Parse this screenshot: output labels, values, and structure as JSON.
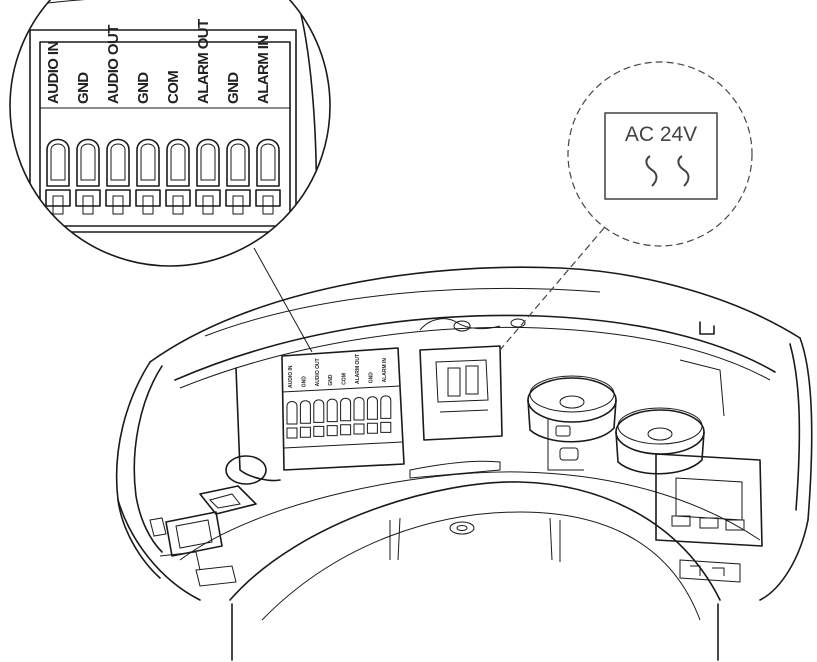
{
  "callout_left": {
    "terminals": [
      "AUDIO IN",
      "GND",
      "AUDIO OUT",
      "GND",
      "COM",
      "ALARM OUT",
      "GND",
      "ALARM IN"
    ]
  },
  "callout_right": {
    "label": "AC 24V",
    "symbol": "≈"
  }
}
